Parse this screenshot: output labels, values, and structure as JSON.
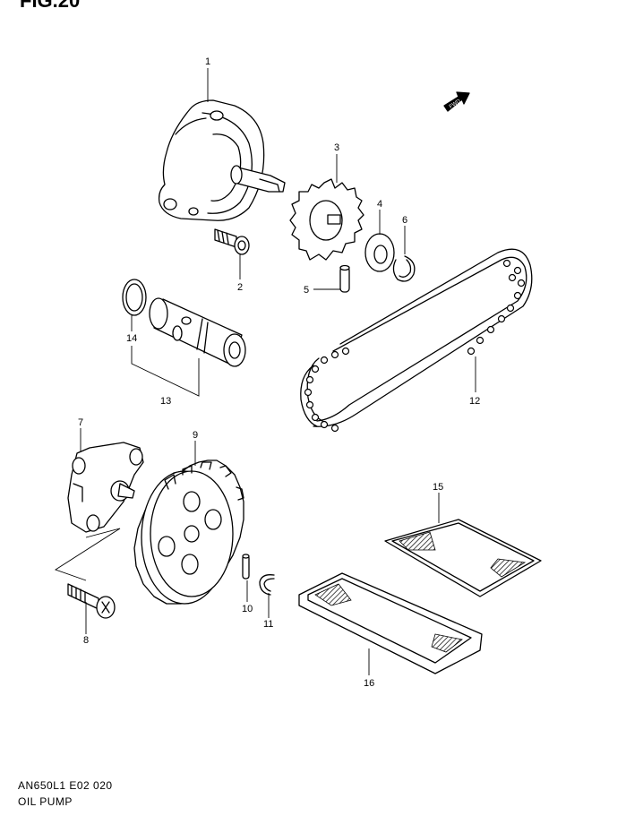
{
  "figure": {
    "title": "FIG.20"
  },
  "footer": {
    "model_code": "AN650L1  E02  020",
    "section": "OIL PUMP"
  },
  "fwd_label": "FWD",
  "callouts": [
    {
      "id": "c1",
      "label": "1"
    },
    {
      "id": "c2",
      "label": "2"
    },
    {
      "id": "c3",
      "label": "3"
    },
    {
      "id": "c4",
      "label": "4"
    },
    {
      "id": "c5",
      "label": "5"
    },
    {
      "id": "c6",
      "label": "6"
    },
    {
      "id": "c7",
      "label": "7"
    },
    {
      "id": "c8",
      "label": "8"
    },
    {
      "id": "c9",
      "label": "9"
    },
    {
      "id": "c10",
      "label": "10"
    },
    {
      "id": "c11",
      "label": "11"
    },
    {
      "id": "c12",
      "label": "12"
    },
    {
      "id": "c13",
      "label": "13"
    },
    {
      "id": "c14",
      "label": "14"
    },
    {
      "id": "c15",
      "label": "15"
    },
    {
      "id": "c16",
      "label": "16"
    }
  ]
}
